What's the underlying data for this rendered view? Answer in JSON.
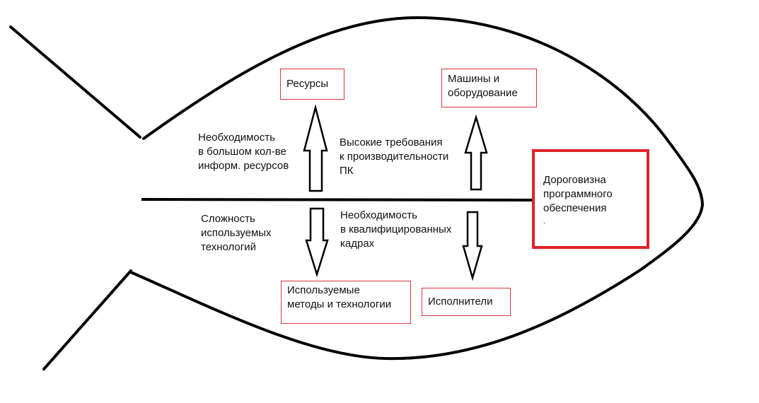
{
  "effect": {
    "lines": [
      "Дороговизна",
      "программного",
      "обеспечения"
    ],
    "dot": "."
  },
  "categories": {
    "resources": "Ресурсы",
    "machines": [
      "Машины и",
      "оборудование"
    ],
    "methods": [
      "Используемые",
      "методы и технологии"
    ],
    "performers": "Исполнители"
  },
  "causes": {
    "resources_cause": [
      "Необходимость",
      "в большом кол-ве",
      "информ. ресурсов"
    ],
    "machines_cause": [
      "Высокие требования",
      "к производительности",
      "ПК"
    ],
    "methods_cause": [
      "Сложность",
      "используемых",
      "технологий"
    ],
    "performers_cause": [
      "Необходимость",
      "в квалифицированных",
      "кадрах"
    ]
  },
  "colors": {
    "box_border": "#d9363e",
    "effect_border": "#e0222a",
    "line": "#000000"
  }
}
